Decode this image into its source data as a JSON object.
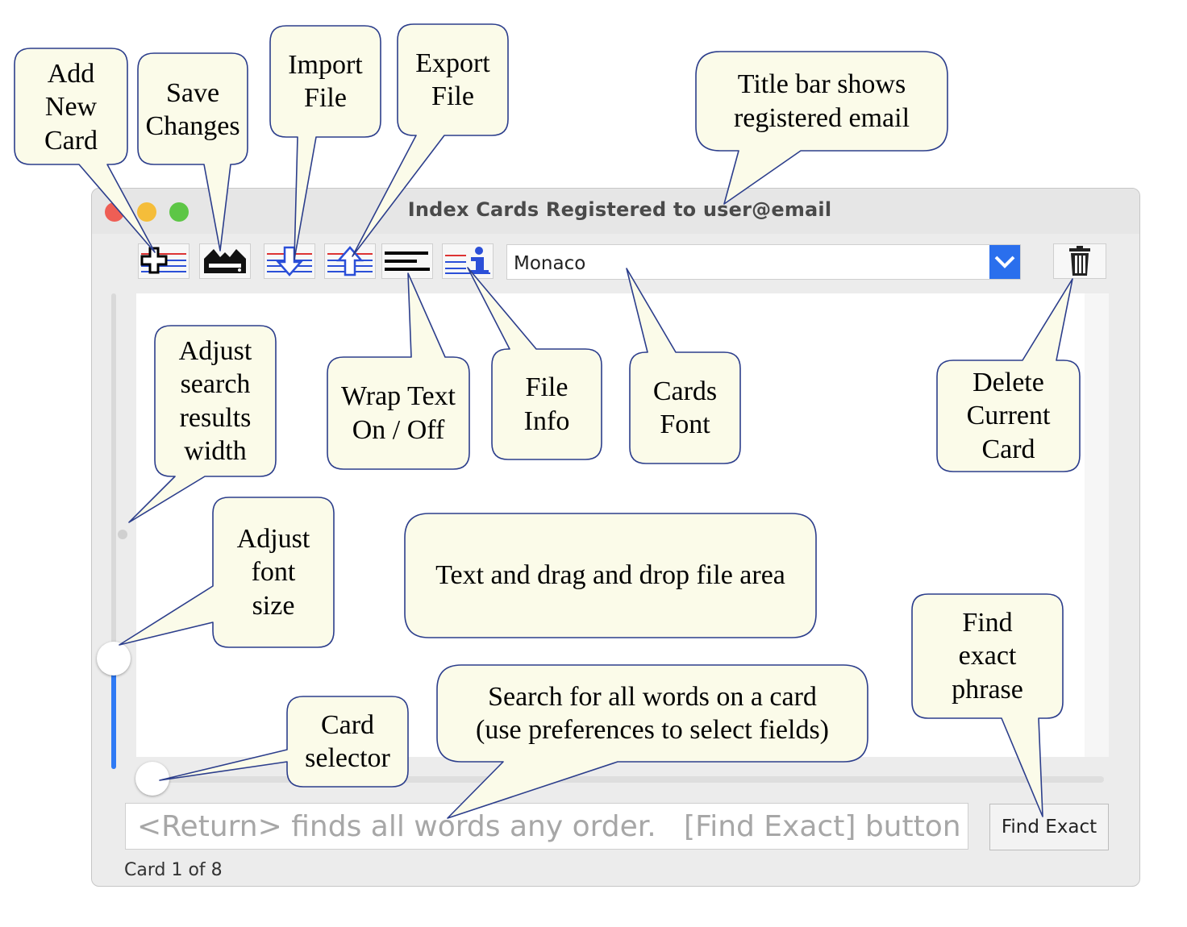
{
  "window": {
    "title": "Index Cards Registered to user@email",
    "traffic_lights": [
      "#ee5e55",
      "#f5bd3a",
      "#5dc646"
    ]
  },
  "toolbar": {
    "buttons": [
      {
        "name": "add-card",
        "icon": "add-card-icon"
      },
      {
        "name": "save-changes",
        "icon": "save-tray-icon"
      },
      {
        "name": "import-file",
        "icon": "import-arrow-icon"
      },
      {
        "name": "export-file",
        "icon": "export-arrow-icon"
      },
      {
        "name": "wrap-text",
        "icon": "wrap-lines-icon"
      },
      {
        "name": "file-info",
        "icon": "info-icon"
      }
    ],
    "font_value": "Monaco",
    "delete_icon": "trash-icon"
  },
  "search": {
    "placeholder": "<Return> finds all words any order.   [Find Exact] button",
    "find_exact_label": "Find Exact"
  },
  "status": {
    "card_position": "Card 1 of 8"
  },
  "accent_color": "#2f7af5",
  "sliders": {
    "font_size_level": 0.23,
    "card_selector_position": 0
  },
  "callouts": {
    "add_card": "Add\nNew\nCard",
    "save_changes": "Save\nChanges",
    "import_file": "Import\nFile",
    "export_file": "Export\nFile",
    "title_bar": "Title bar shows\nregistered email",
    "adjust_width": "Adjust\nsearch\nresults\nwidth",
    "wrap_text": "Wrap Text\nOn / Off",
    "file_info": "File\nInfo",
    "cards_font": "Cards\nFont",
    "delete_card": "Delete\nCurrent\nCard",
    "font_size": "Adjust\nfont\nsize",
    "text_area": "Text and drag and drop file area",
    "find_exact": "Find\nexact\nphrase",
    "search_words": "Search for all words on a card\n(use preferences to select fields)",
    "card_selector": "Card\nselector"
  }
}
